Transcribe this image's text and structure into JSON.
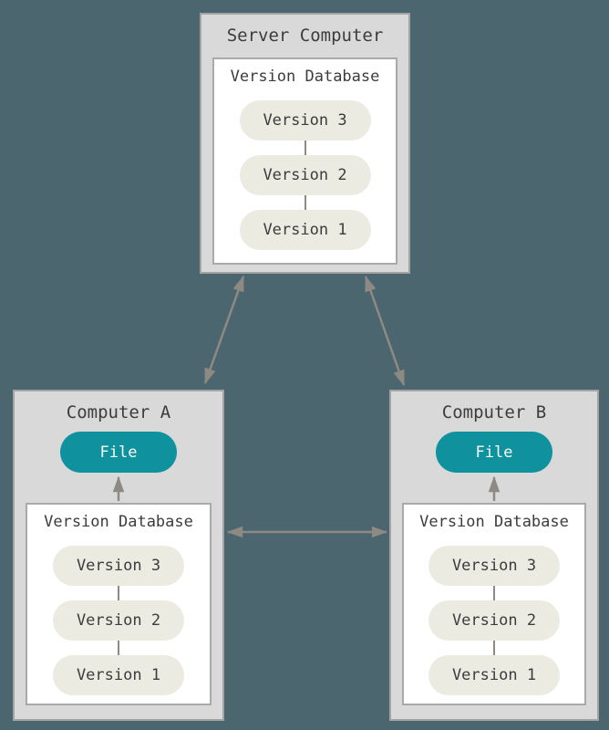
{
  "colors": {
    "background": "#4C6670",
    "box_fill": "#D9D9D9",
    "box_border": "#A3A3A3",
    "panel_fill": "#FFFFFF",
    "panel_border": "#A9A9A9",
    "version_pill_fill": "#ECEBE2",
    "file_pill_fill": "#0F929E",
    "file_pill_text": "#FAFAF6",
    "text": "#3C3C3C",
    "arrow": "#8E8983"
  },
  "server": {
    "title": "Server Computer",
    "database": {
      "title": "Version Database",
      "versions": [
        "Version 3",
        "Version 2",
        "Version 1"
      ]
    }
  },
  "computer_a": {
    "title": "Computer A",
    "file_label": "File",
    "database": {
      "title": "Version Database",
      "versions": [
        "Version 3",
        "Version 2",
        "Version 1"
      ]
    }
  },
  "computer_b": {
    "title": "Computer B",
    "file_label": "File",
    "database": {
      "title": "Version Database",
      "versions": [
        "Version 3",
        "Version 2",
        "Version 1"
      ]
    }
  }
}
